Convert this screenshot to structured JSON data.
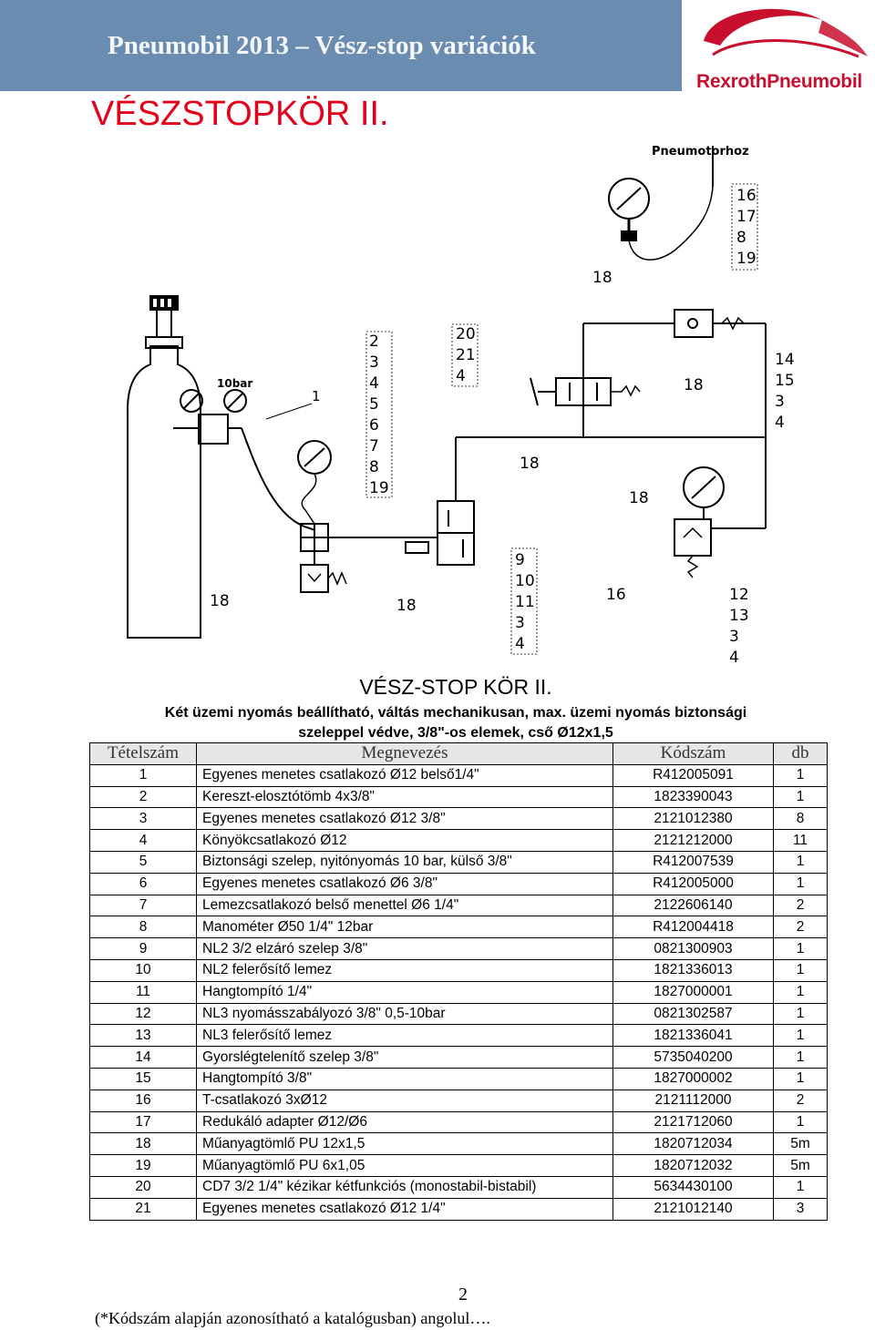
{
  "header": {
    "title": "Pneumobil 2013 – Vész-stop variációk",
    "logo_text": "RexrothPneumobil"
  },
  "page_heading": "VÉSZSTOPKÖR II.",
  "diagram": {
    "labels": {
      "pneumotorhoz": "Pneumotorhoz",
      "tenbar": "10bar",
      "col_top_right": [
        "16",
        "17",
        "8",
        "19"
      ],
      "col_top_center": [
        "20",
        "21",
        "4"
      ],
      "col_left": [
        "2",
        "3",
        "4",
        "5",
        "6",
        "7",
        "8",
        "19"
      ],
      "col_right_mid": [
        "14",
        "15",
        "3",
        "4"
      ],
      "col_bottom_center": [
        "9",
        "10",
        "11",
        "3",
        "4"
      ],
      "col_bottom_right": [
        "12",
        "13",
        "3",
        "4"
      ],
      "single": {
        "one": "1",
        "e18a": "18",
        "e18b": "18",
        "e18c": "18",
        "e18d": "18",
        "e18e": "18",
        "e18f": "18",
        "e16": "16"
      }
    }
  },
  "caption": {
    "title": "VÉSZ-STOP KÖR II.",
    "line1": "Két üzemi nyomás beállítható, váltás mechanikusan, max. üzemi nyomás biztonsági",
    "line2": "szeleppel védve, 3/8\"-os elemek, cső Ø12x1,5"
  },
  "table": {
    "headers": [
      "Tételszám",
      "Megnevezés",
      "Kódszám",
      "db"
    ],
    "rows": [
      [
        "1",
        "Egyenes menetes csatlakozó Ø12 belső1/4\"",
        "R412005091",
        "1"
      ],
      [
        "2",
        "Kereszt-elosztótömb 4x3/8\"",
        "1823390043",
        "1"
      ],
      [
        "3",
        "Egyenes menetes csatlakozó Ø12 3/8\"",
        "2121012380",
        "8"
      ],
      [
        "4",
        "Könyökcsatlakozó Ø12",
        "2121212000",
        "11"
      ],
      [
        "5",
        "Biztonsági szelep, nyitónyomás 10 bar, külső 3/8\"",
        "R412007539",
        "1"
      ],
      [
        "6",
        "Egyenes menetes csatlakozó Ø6 3/8\"",
        "R412005000",
        "1"
      ],
      [
        "7",
        "Lemezcsatlakozó belső menettel Ø6 1/4\"",
        "2122606140",
        "2"
      ],
      [
        "8",
        "Manométer Ø50 1/4\" 12bar",
        "R412004418",
        "2"
      ],
      [
        "9",
        "NL2 3/2 elzáró szelep 3/8\"",
        "0821300903",
        "1"
      ],
      [
        "10",
        "NL2 felerősítő lemez",
        "1821336013",
        "1"
      ],
      [
        "11",
        "Hangtompító 1/4\"",
        "1827000001",
        "1"
      ],
      [
        "12",
        "NL3 nyomásszabályozó 3/8\" 0,5-10bar",
        "0821302587",
        "1"
      ],
      [
        "13",
        "NL3 felerősítő lemez",
        "1821336041",
        "1"
      ],
      [
        "14",
        "Gyorslégtelenítő szelep 3/8\"",
        "5735040200",
        "1"
      ],
      [
        "15",
        "Hangtompító 3/8\"",
        "1827000002",
        "1"
      ],
      [
        "16",
        "T-csatlakozó 3xØ12",
        "2121112000",
        "2"
      ],
      [
        "17",
        "Redukáló adapter Ø12/Ø6",
        "2121712060",
        "1"
      ],
      [
        "18",
        "Műanyagtömlő PU 12x1,5",
        "1820712034",
        "5m"
      ],
      [
        "19",
        "Műanyagtömlő PU 6x1,05",
        "1820712032",
        "5m"
      ],
      [
        "20",
        "CD7 3/2 1/4\" kézikar kétfunkciós (monostabil-bistabil)",
        "5634430100",
        "1"
      ],
      [
        "21",
        "Egyenes menetes csatlakozó Ø12 1/4\"",
        "2121012140",
        "3"
      ]
    ]
  },
  "page_number": "2",
  "footnote": "(*Kódszám alapján azonosítható a katalógusban) angolul…."
}
